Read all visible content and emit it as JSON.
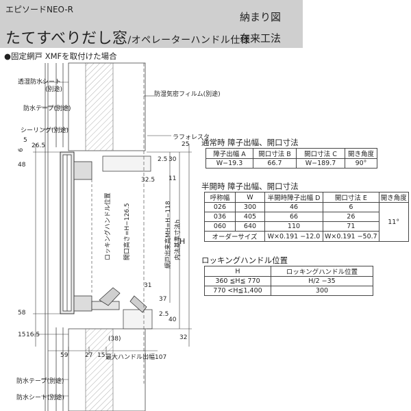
{
  "header": {
    "brand": "エピソードNEO-R",
    "title_main": "たてすべりだし窓",
    "title_sub": "/オペレーターハンドル仕様",
    "drawing_kind": "納まり図",
    "method": "在来工法"
  },
  "note": "●固定網戸 XMFを取付けた場合",
  "parts": {
    "moisture_sheet": "透湿防水シート",
    "moisture_sheet_sep": "(別途)",
    "tape_top": "防水テープ(別途)",
    "sealing": "シーリング(別途)",
    "airtight_film": "防湿気密フィルム(別途)",
    "lath": "ラフォレスタ",
    "tape_bottom": "防水テープ(別途)",
    "sheet_bottom": "防水シート(別途)"
  },
  "dims": {
    "left": [
      "6",
      "5",
      "26.5",
      "48",
      "58",
      "15",
      "16.5"
    ],
    "top_right": [
      "25",
      "30",
      "2.5",
      "11",
      "32.5"
    ],
    "right_mid": [
      "31",
      "37",
      "2.5",
      "40",
      "32"
    ],
    "h": "H",
    "bottom": [
      "59",
      "27",
      "15",
      "最大ハンドル出幅107",
      "(38)"
    ],
    "vertical_labels": {
      "handle_pos": "ロッキングハンドル位置",
      "opening_height": "開口高さ=H−126.5",
      "frame": "網戸出来高MH=H−118",
      "inner": "内法基準寸法h"
    }
  },
  "table1": {
    "title": "通常時 障子出幅、開口寸法",
    "headers": [
      "障子出幅 A",
      "開口寸法 B",
      "開口寸法 C",
      "開き角度"
    ],
    "row": [
      "W−19.3",
      "66.7",
      "W−189.7",
      "90°"
    ]
  },
  "table2": {
    "title": "半開時 障子出幅、開口寸法",
    "headers": [
      "呼称幅",
      "W",
      "半開時障子出幅 D",
      "開口寸法 E",
      "開き角度"
    ],
    "rows": [
      [
        "026",
        "300",
        "46",
        "6"
      ],
      [
        "036",
        "405",
        "66",
        "26"
      ],
      [
        "060",
        "640",
        "110",
        "71"
      ]
    ],
    "order_row": [
      "オーダーサイズ",
      "W×0.191 −12.0",
      "W×0.191 −50.7"
    ],
    "angle": "11°"
  },
  "table3": {
    "title": "ロッキングハンドル位置",
    "headers": [
      "H",
      "ロッキングハンドル位置"
    ],
    "rows": [
      [
        "360 ≦H≦ 770",
        "H/2 −35"
      ],
      [
        "770 <H≦1,400",
        "300"
      ]
    ]
  }
}
